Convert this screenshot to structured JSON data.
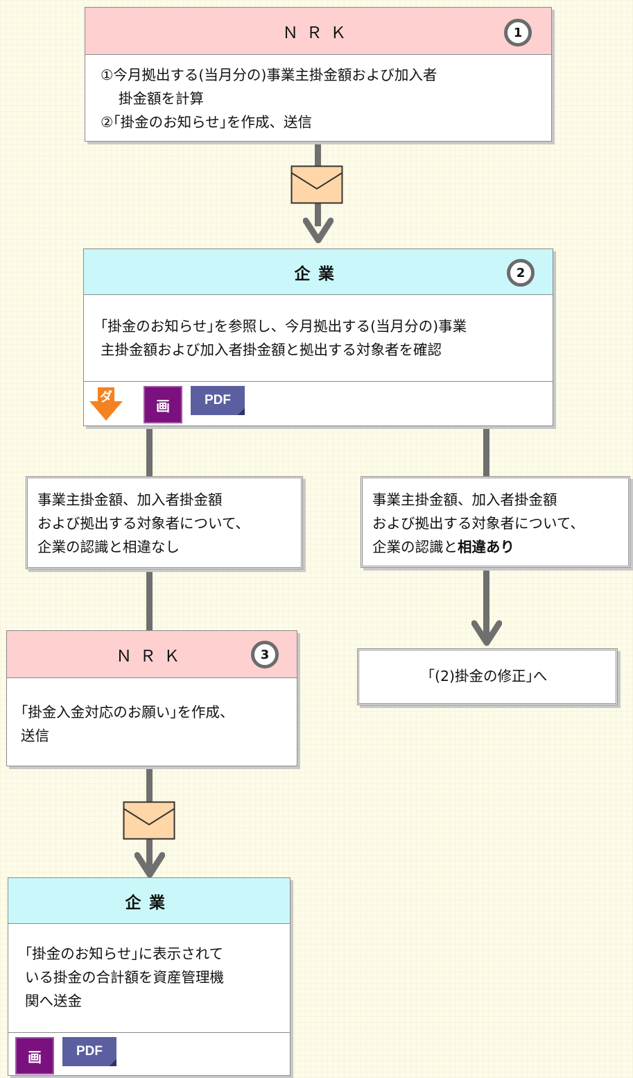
{
  "colors": {
    "nrk_header": "#ffd0d0",
    "company_header": "#caf8fa",
    "connector": "#6f6f6f",
    "envelope": "#ffd6a8",
    "download_arrow": "#f58220",
    "ga_button": "#7a117e",
    "pdf_button": "#5b5fa0"
  },
  "step1": {
    "title": "ＮＲＫ",
    "badge": "1",
    "lines": [
      "①今月拠出する(当月分の)事業主掛金額および加入者",
      "掛金額を計算",
      "②｢掛金のお知らせ｣を作成、送信"
    ]
  },
  "step2": {
    "title": "企業",
    "badge": "2",
    "lines": [
      "｢掛金のお知らせ｣を参照し、今月拠出する(当月分の)事業",
      "主掛金額および加入者掛金額と拠出する対象者を確認"
    ],
    "download_label": "ダ",
    "ga_label": "画",
    "pdf_label": "PDF"
  },
  "branch_left": {
    "lines": [
      "事業主掛金額、加入者掛金額",
      "および拠出する対象者について、",
      "企業の認識と相違なし"
    ]
  },
  "branch_right": {
    "lines": [
      "事業主掛金額、加入者掛金額",
      "および拠出する対象者について、"
    ],
    "line3_prefix": "企業の認識と",
    "line3_emphasis": "相違あり"
  },
  "redirect": {
    "text": "｢(2)掛金の修正｣へ"
  },
  "step3": {
    "title": "ＮＲＫ",
    "badge": "3",
    "lines": [
      "｢掛金入金対応のお願い｣を作成、",
      "送信"
    ]
  },
  "step4": {
    "title": "企業",
    "lines": [
      "｢掛金のお知らせ｣に表示されて",
      "いる掛金の合計額を資産管理機",
      "関へ送金"
    ],
    "ga_label": "画",
    "pdf_label": "PDF"
  }
}
